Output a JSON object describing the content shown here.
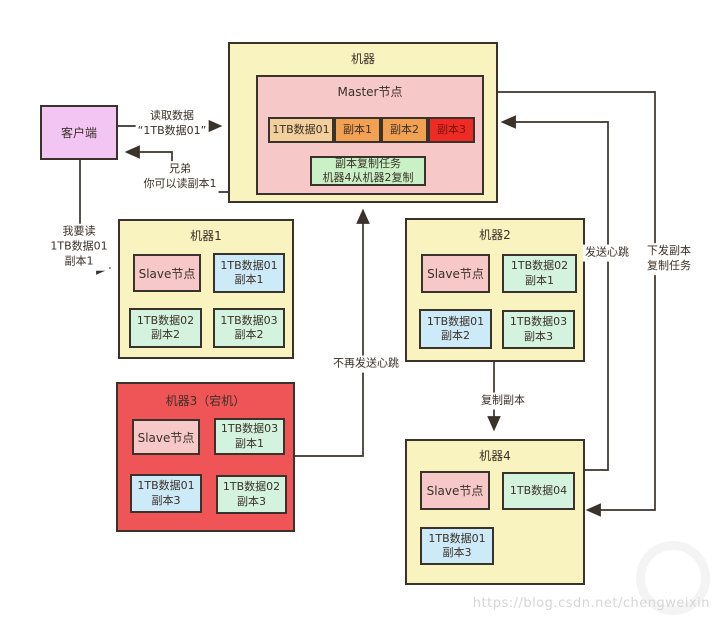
{
  "colors": {
    "machine_yellow": "#f9f3c0",
    "node_pink": "#f6c8c8",
    "client_pink": "#f3c5f3",
    "down_machine_red": "#ef5456",
    "replica3_red": "#ee2b24",
    "replica_orange": "#f2a152",
    "data_tan": "#f2cf9d",
    "data_blue": "#cdeaf8",
    "data_mint": "#d4f3df",
    "task_green": "#c9f1c5",
    "line_ink": "#3a332b",
    "watermark_gray": "#d6d6d6"
  },
  "client": {
    "label": "客户端"
  },
  "master": {
    "machine_title": "机器",
    "node_title": "Master节点",
    "blocks": [
      {
        "label": "1TB数据01"
      },
      {
        "label": "副本1"
      },
      {
        "label": "副本2"
      },
      {
        "label": "副本3"
      }
    ],
    "task_line1": "副本复制任务",
    "task_line2": "机器4从机器2复制"
  },
  "machines": [
    {
      "title": "机器1",
      "node": "Slave节点",
      "blocks": [
        {
          "line1": "1TB数据01",
          "line2": "副本1"
        },
        {
          "line1": "1TB数据02",
          "line2": "副本2"
        },
        {
          "line1": "1TB数据03",
          "line2": "副本2"
        }
      ]
    },
    {
      "title": "机器2",
      "node": "Slave节点",
      "blocks": [
        {
          "line1": "1TB数据02",
          "line2": "副本1"
        },
        {
          "line1": "1TB数据01",
          "line2": "副本2"
        },
        {
          "line1": "1TB数据03",
          "line2": "副本3"
        }
      ]
    },
    {
      "title": "机器3（宕机）",
      "node": "Slave节点",
      "blocks": [
        {
          "line1": "1TB数据03",
          "line2": "副本1"
        },
        {
          "line1": "1TB数据01",
          "line2": "副本3"
        },
        {
          "line1": "1TB数据02",
          "line2": "副本3"
        }
      ]
    },
    {
      "title": "机器4",
      "node": "Slave节点",
      "blocks": [
        {
          "line1": "1TB数据04"
        },
        {
          "line1": "1TB数据01",
          "line2": "副本3"
        }
      ]
    }
  ],
  "labels": {
    "read_request_1": "读取数据",
    "read_request_2": "“1TB数据01”",
    "read_response_1": "兄弟",
    "read_response_2": "你可以读副本1",
    "read_replica_1": "我要读",
    "read_replica_2": "1TB数据01",
    "read_replica_3": "副本1",
    "no_heartbeat": "不再发送心跳",
    "heartbeat": "发送心跳",
    "copy_task_1": "下发副本",
    "copy_task_2": "复制任务",
    "copy_replica": "复制副本"
  },
  "watermark": "https://blog.csdn.net/chengweixin"
}
